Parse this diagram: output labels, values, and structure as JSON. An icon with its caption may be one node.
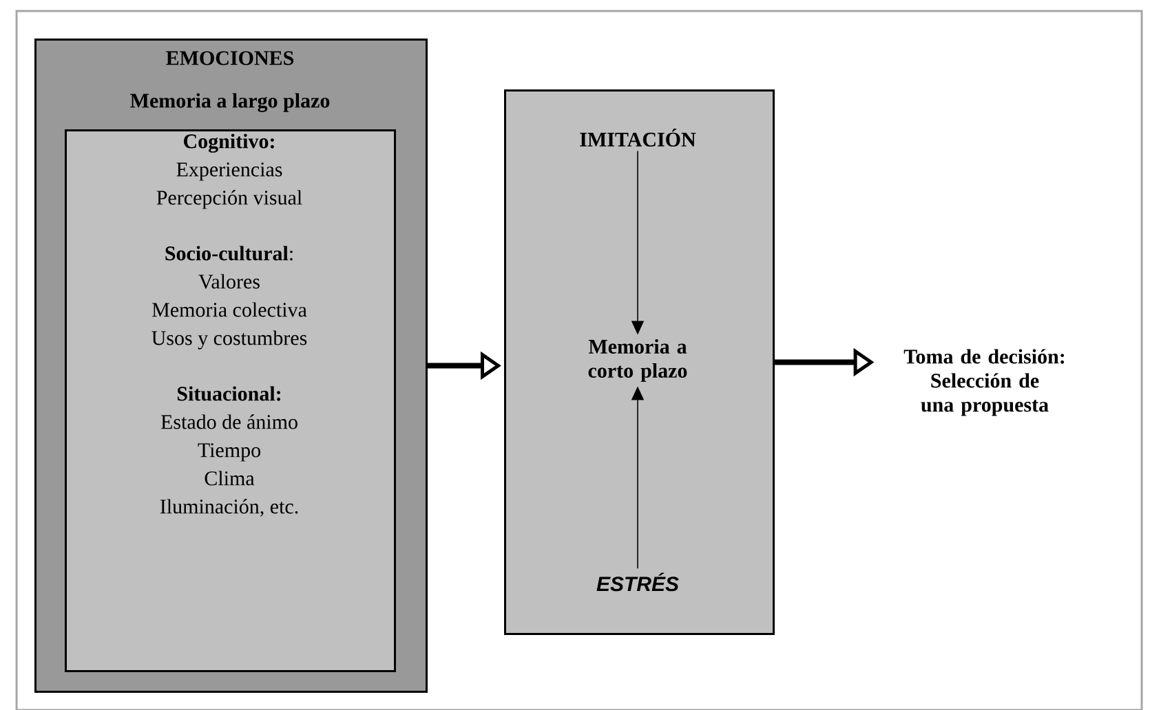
{
  "diagram": {
    "nodes": [
      {
        "text": [
          "EMOCIONES",
          "Memoria a largo plazo"
        ]
      },
      {
        "text": [
          "Cognitivo:",
          "Experiencias",
          "Percepción visual",
          "**Socio-cultural**:",
          "Valores",
          "Memoria colectiva",
          "Usos y costumbres",
          "Situacional:",
          "Estado de ánimo",
          "Tiempo",
          "Clima",
          "Iluminación, etc."
        ],
        "in": 0
      },
      {
        "text": [],
        "shape": "box"
      },
      {
        "text": [
          "IMITACIÓN"
        ],
        "in": 2
      },
      {
        "text": [
          "Memoria a corto plazo"
        ],
        "in": 2
      },
      {
        "text": [
          "ESTRÉS"
        ],
        "in": 2
      },
      {
        "text": [
          "Toma de decisión: Selección de una propuesta"
        ]
      }
    ],
    "edges": [
      {
        "from": 0,
        "to": 2,
        "arrow": "to",
        "style": "thick"
      },
      {
        "from": 2,
        "to": 6,
        "arrow": "to",
        "style": "thick"
      },
      {
        "from": 3,
        "to": 4,
        "arrow": "to"
      },
      {
        "from": 5,
        "to": 4,
        "arrow": "to"
      }
    ]
  }
}
